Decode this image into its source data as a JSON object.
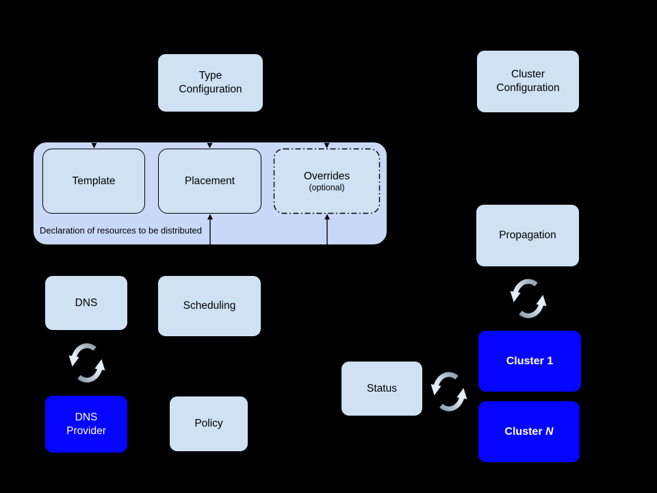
{
  "diagram": {
    "kind": "architecture-diagram",
    "background": "#000000"
  },
  "palette": {
    "container_fill": "#c9d8f7",
    "light_box_fill": "#cfe1f3",
    "primary_blue": "#0505ff",
    "text_dark": "#000000",
    "text_light": "#ffffff",
    "line_color": "#000000",
    "sync_arrow_gray": "#8b9cac",
    "sync_arrow_light": "#e4eef8"
  },
  "nodes": {
    "type_configuration": {
      "line1": "Type",
      "line2": "Configuration"
    },
    "cluster_configuration": {
      "line1": "Cluster",
      "line2": "Configuration"
    },
    "declaration": {
      "template": "Template",
      "placement": "Placement",
      "overrides": "Overrides",
      "overrides_note": "(optional)",
      "caption": "Declaration of resources to be distributed"
    },
    "dns": {
      "label": "DNS"
    },
    "scheduling": {
      "label": "Scheduling"
    },
    "propagation": {
      "label": "Propagation"
    },
    "dns_provider": {
      "line1": "DNS",
      "line2": "Provider"
    },
    "policy": {
      "label": "Policy"
    },
    "status": {
      "label": "Status"
    },
    "cluster_1": {
      "prefix": "Cluster",
      "suffix": "1"
    },
    "cluster_n": {
      "prefix": "Cluster",
      "suffix": "N"
    }
  },
  "icons": {
    "sync": "circular-sync-arrows"
  }
}
